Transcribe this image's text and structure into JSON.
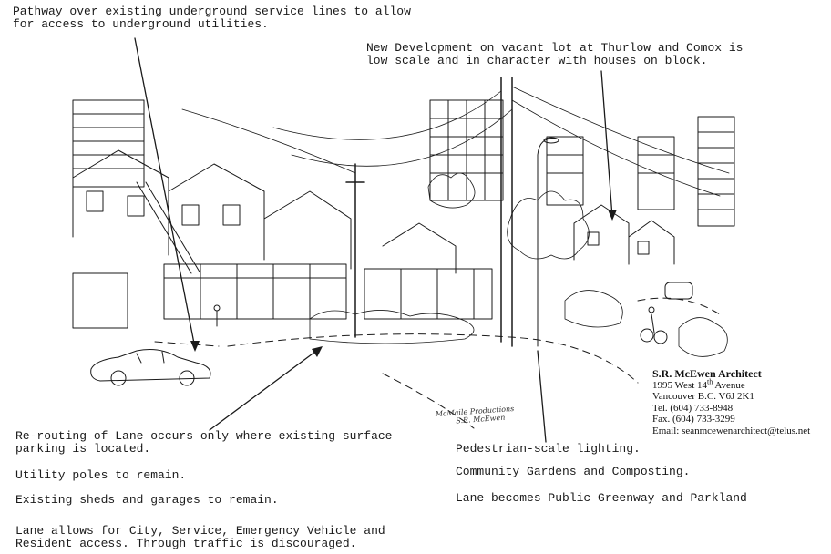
{
  "notes": {
    "pathway": "Pathway over existing underground service lines to allow\nfor access to underground utilities.",
    "new_development": "New Development on vacant lot at Thurlow and Comox is\nlow scale and in character with houses on block.",
    "rerouting": "Re-routing of Lane occurs only where existing surface\nparking is located.",
    "utility_poles": "Utility poles to remain.",
    "sheds": "Existing sheds and garages to remain.",
    "lane_access": "Lane allows for City, Service, Emergency Vehicle and\nResident access. Through traffic is discouraged.",
    "lighting": "Pedestrian-scale lighting.",
    "gardens": "Community Gardens and Composting.",
    "greenway": "Lane becomes Public Greenway and Parkland"
  },
  "title_block": {
    "firm": "S.R. McEwen Architect",
    "address_line_pre": "1995 West 14",
    "address_sup": "th",
    "address_line_post": " Avenue",
    "city": "Vancouver B.C.  V6J 2K1",
    "tel": "Tel. (604) 733-8948",
    "fax": "Fax. (604) 733-3299",
    "email": "Email:  seanmcewenarchitect@telus.net"
  },
  "signature": {
    "line1": "McMaile Productions",
    "line2": "S.R. McEwen"
  },
  "colors": {
    "ink": "#1a1a1a",
    "paper": "#ffffff"
  }
}
